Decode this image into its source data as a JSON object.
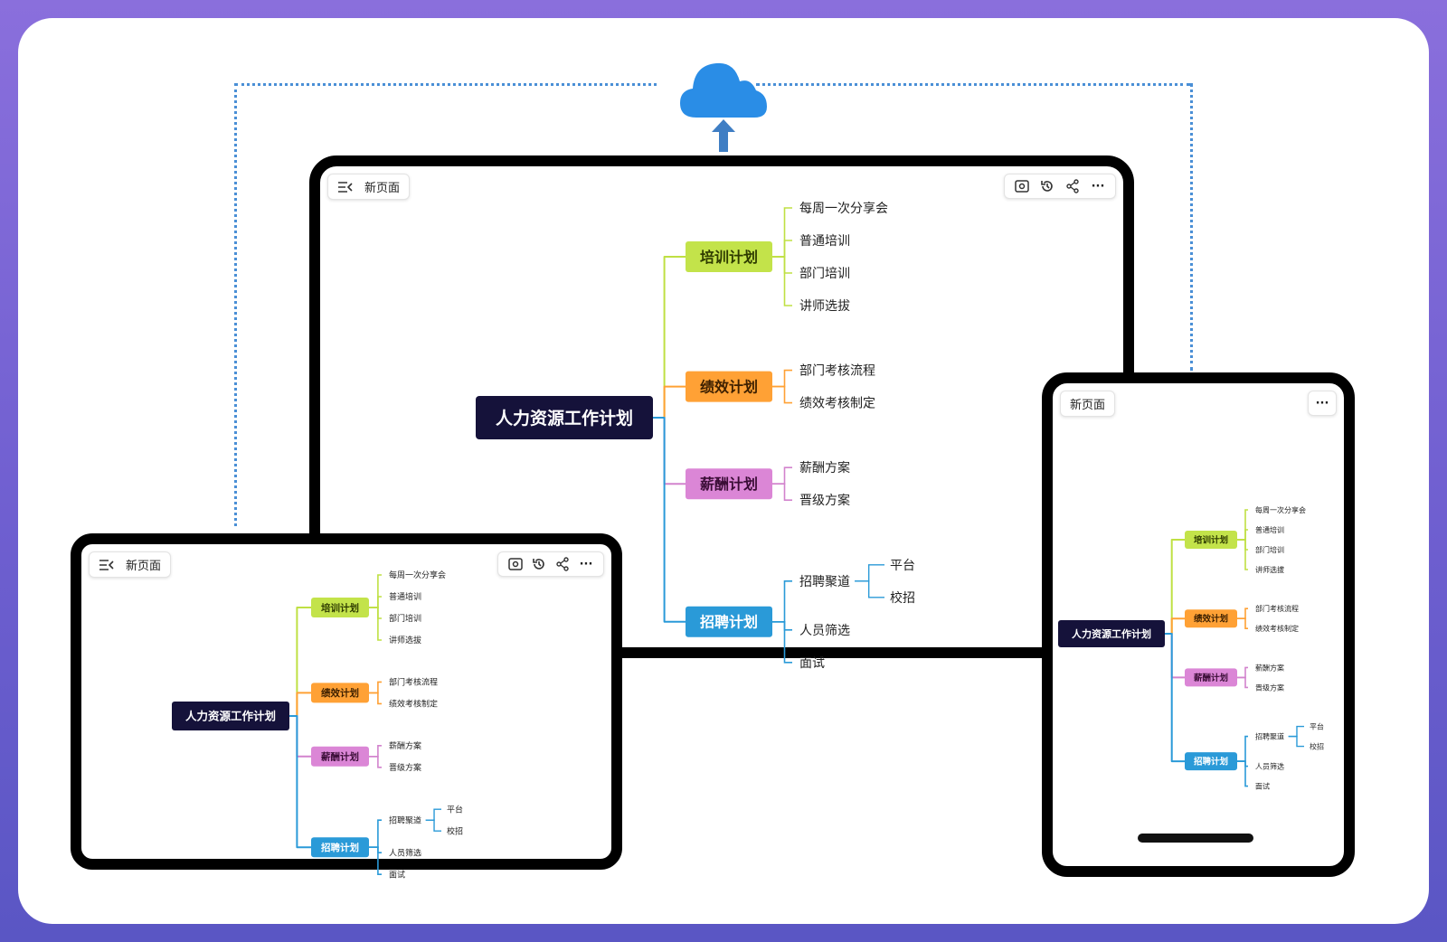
{
  "page_title": "新页面",
  "icons": {
    "menu": "sidebar-collapse-icon",
    "preview": "eye-preview-icon",
    "history": "history-icon",
    "share": "share-icon",
    "more": "more-dots-icon",
    "cloud": "cloud-icon",
    "upload": "arrow-up-icon"
  },
  "colors": {
    "root": "#15123a",
    "training": "#c3e34a",
    "performance": "#ffa135",
    "salary": "#db86d6",
    "recruit": "#2a9ad8",
    "sync_line": "#4a8fd6",
    "cloud": "#2a8de6"
  },
  "more_glyph": "···",
  "mindmap": {
    "root": "人力资源工作计划",
    "branches": [
      {
        "label": "培训计划",
        "color": "#c3e34a",
        "text_color": "#2e3b00",
        "line": "#bfe043",
        "children": [
          {
            "label": "每周一次分享会"
          },
          {
            "label": "普通培训"
          },
          {
            "label": "部门培训"
          },
          {
            "label": "讲师选拔"
          }
        ]
      },
      {
        "label": "绩效计划",
        "color": "#ffa135",
        "text_color": "#3d2000",
        "line": "#ffa135",
        "children": [
          {
            "label": "部门考核流程"
          },
          {
            "label": "绩效考核制定"
          }
        ]
      },
      {
        "label": "薪酬计划",
        "color": "#db86d6",
        "text_color": "#3a0d36",
        "line": "#d283cd",
        "children": [
          {
            "label": "薪酬方案"
          },
          {
            "label": "晋级方案"
          }
        ]
      },
      {
        "label": "招聘计划",
        "color": "#2a9ad8",
        "text_color": "#ffffff",
        "line": "#2a9ad8",
        "children": [
          {
            "label": "招聘聚道",
            "children": [
              {
                "label": "平台"
              },
              {
                "label": "校招"
              }
            ]
          },
          {
            "label": "人员筛选"
          },
          {
            "label": "面试"
          }
        ]
      }
    ]
  }
}
